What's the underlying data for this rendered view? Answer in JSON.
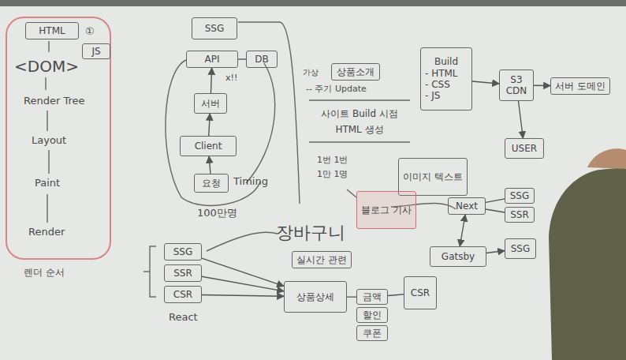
{
  "diagram": {
    "nodes": [
      {
        "text": [
          "HTML"
        ]
      },
      {
        "text": [
          "JS"
        ]
      },
      {
        "text": [
          "SSG"
        ]
      },
      {
        "text": [
          "API"
        ]
      },
      {
        "text": [
          "DB"
        ]
      },
      {
        "text": [
          "서버"
        ]
      },
      {
        "text": [
          "Client"
        ]
      },
      {
        "text": [
          "요청"
        ]
      },
      {
        "text": [
          "상품소개"
        ]
      },
      {
        "text": [
          "사이트 Build 시점",
          "HTML 생성"
        ]
      },
      {
        "text": [
          "이미지 텍스트"
        ]
      },
      {
        "text": [
          "블로그 기사"
        ]
      },
      {
        "text": [
          "Build",
          "- HTML",
          "- CSS",
          "- JS"
        ]
      },
      {
        "text": [
          "S3",
          "CDN"
        ]
      },
      {
        "text": [
          "서버 도메인"
        ]
      },
      {
        "text": [
          "USER"
        ]
      },
      {
        "text": [
          "Next"
        ]
      },
      {
        "text": [
          "SSG"
        ]
      },
      {
        "text": [
          "SSR"
        ]
      },
      {
        "text": [
          "Gatsby"
        ]
      },
      {
        "text": [
          "SSG"
        ]
      },
      {
        "text": [
          "SSG"
        ]
      },
      {
        "text": [
          "SSR"
        ]
      },
      {
        "text": [
          "CSR"
        ]
      },
      {
        "text": [
          "실시간 관련"
        ]
      },
      {
        "text": [
          "상품상세"
        ]
      },
      {
        "text": [
          "금액"
        ]
      },
      {
        "text": [
          "할인"
        ]
      },
      {
        "text": [
          "쿠폰"
        ]
      },
      {
        "text": [
          "CSR"
        ]
      }
    ],
    "edges": [
      {
        "from": 6,
        "to": 5,
        "arrow": "to"
      },
      {
        "from": 5,
        "to": 3,
        "arrow": "to"
      },
      {
        "from": 3,
        "to": 4,
        "arrow": "none"
      },
      {
        "from": 7,
        "to": 6,
        "arrow": "to"
      },
      {
        "from": 12,
        "to": 13,
        "arrow": "to"
      },
      {
        "from": 13,
        "to": 14,
        "arrow": "to"
      },
      {
        "from": 13,
        "to": 15,
        "arrow": "to"
      },
      {
        "from": 16,
        "to": 19,
        "arrow": "both"
      },
      {
        "from": 16,
        "to": 17,
        "arrow": "none"
      },
      {
        "from": 16,
        "to": 18,
        "arrow": "none"
      },
      {
        "from": 19,
        "to": 20,
        "arrow": "to"
      },
      {
        "from": 21,
        "to": 25,
        "arrow": "to"
      },
      {
        "from": 22,
        "to": 25,
        "arrow": "to"
      },
      {
        "from": 23,
        "to": 25,
        "arrow": "to"
      },
      {
        "from": 25,
        "to": 26,
        "arrow": "none"
      },
      {
        "from": 26,
        "to": 29,
        "arrow": "none"
      }
    ],
    "labels": [
      "①",
      "<DOM>",
      "Render Tree",
      "Layout",
      "Paint",
      "Render",
      "렌더 순서",
      "x!!",
      "Timing",
      "100만명",
      "가상",
      "-- 주기 Update",
      "1번 1번",
      "1만 1명",
      "장바구니",
      "React"
    ]
  }
}
